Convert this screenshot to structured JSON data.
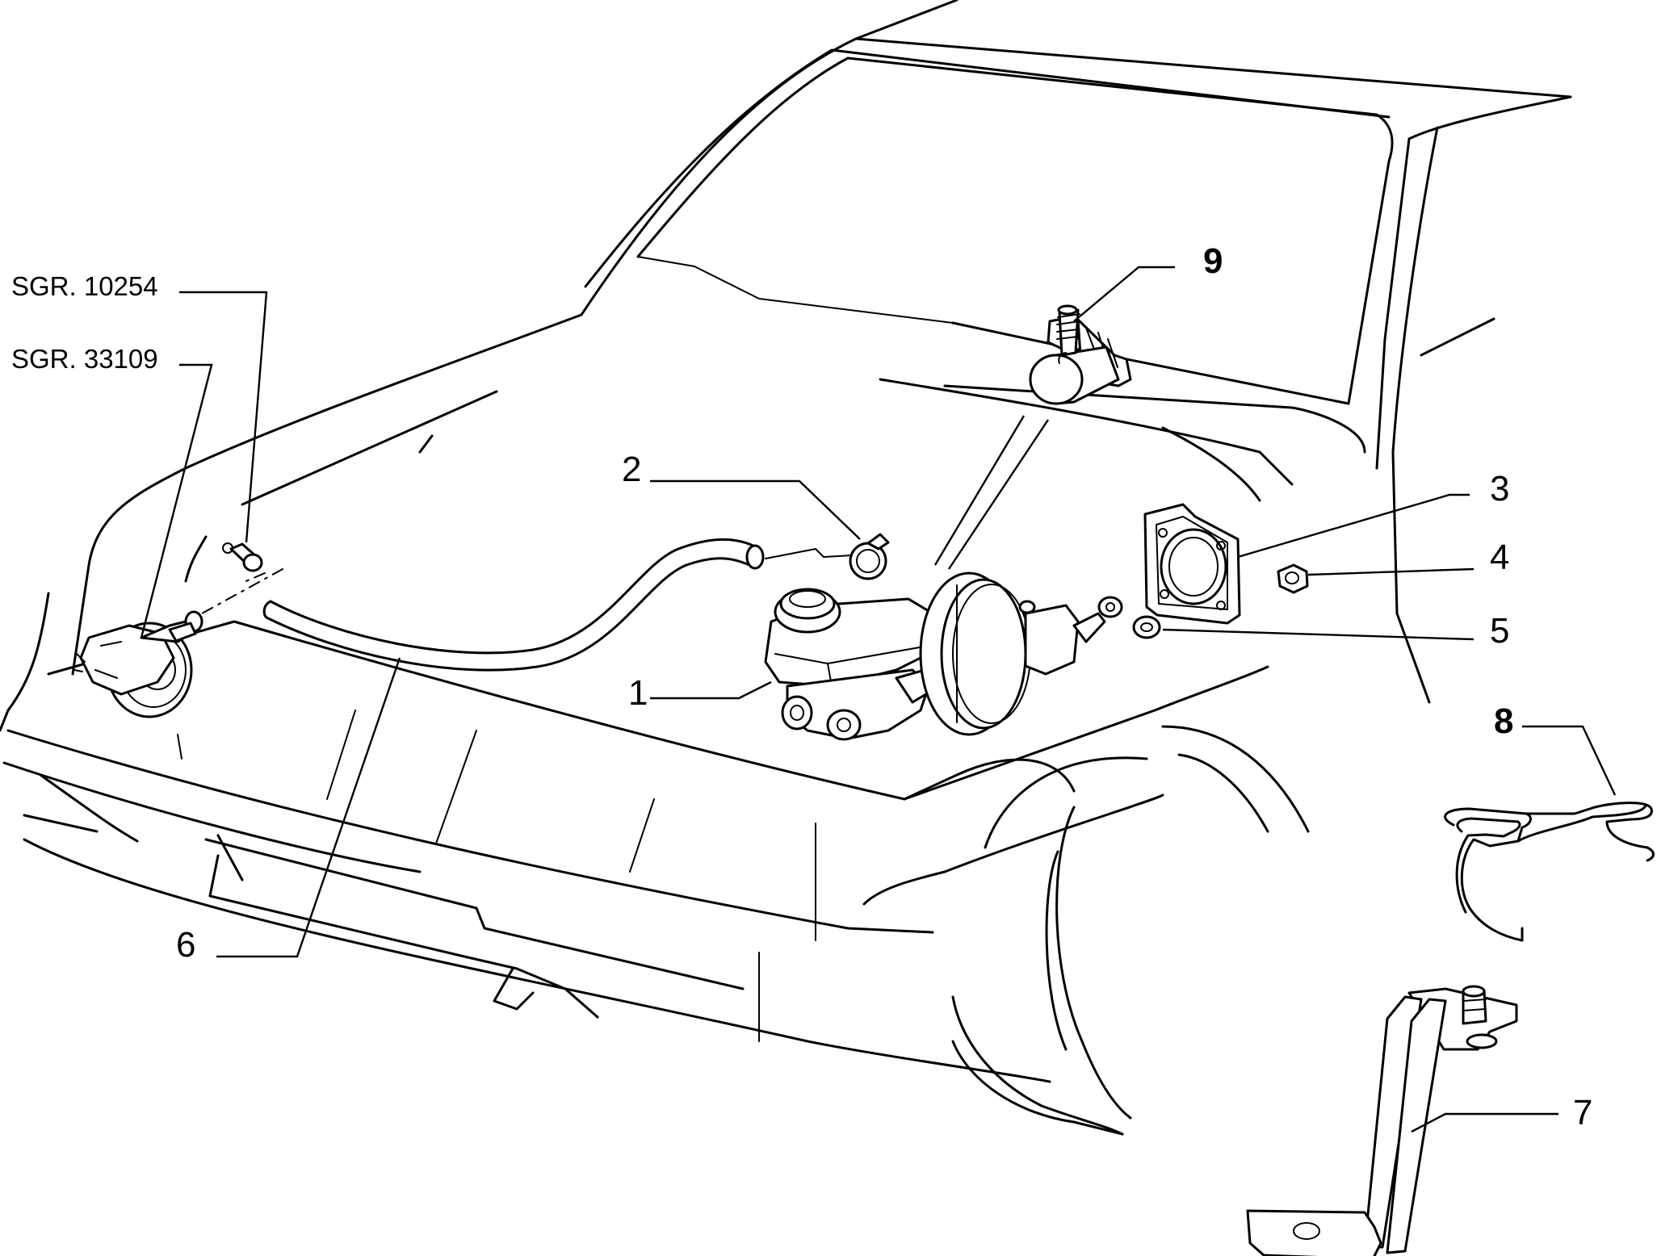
{
  "refs": {
    "sgr1": "SGR. 10254",
    "sgr2": "SGR. 33109"
  },
  "callouts": {
    "c1": "1",
    "c2": "2",
    "c3": "3",
    "c4": "4",
    "c5": "5",
    "c6": "6",
    "c7": "7",
    "c8": "8",
    "c9": "9"
  }
}
